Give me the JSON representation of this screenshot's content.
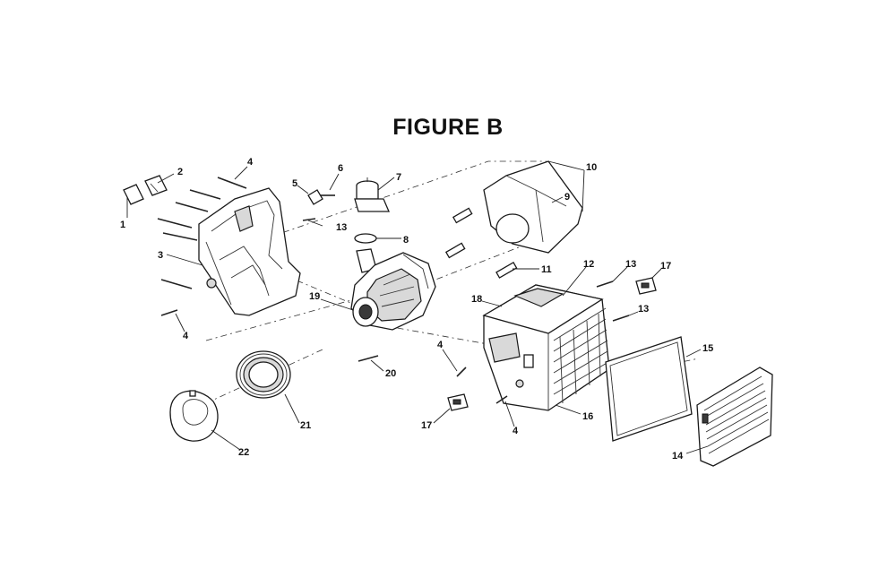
{
  "figure": {
    "title": "FIGURE B"
  },
  "callouts": [
    "1",
    "2",
    "3",
    "4",
    "4",
    "4",
    "4",
    "5",
    "6",
    "7",
    "8",
    "9",
    "10",
    "11",
    "12",
    "13",
    "13",
    "13",
    "14",
    "15",
    "16",
    "17",
    "17",
    "18",
    "19",
    "20",
    "21",
    "22"
  ]
}
